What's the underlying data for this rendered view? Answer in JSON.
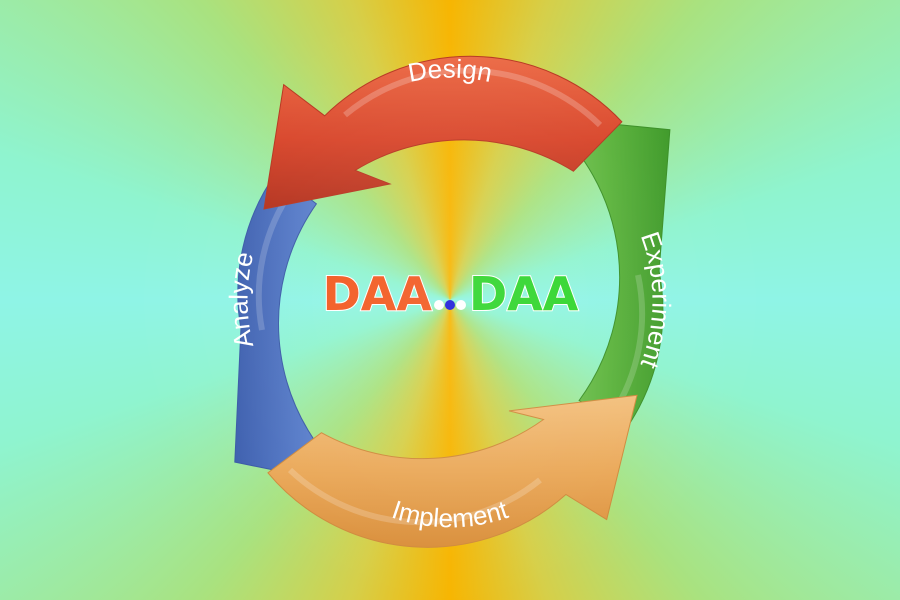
{
  "cycle": {
    "stages": [
      {
        "label": "Design",
        "color": "#d8452a"
      },
      {
        "label": "Experiment",
        "color": "#55ac38"
      },
      {
        "label": "Implement",
        "color": "#e9a553"
      },
      {
        "label": "Analyze",
        "color": "#4f73c3"
      }
    ]
  },
  "center": {
    "left_text": "DAA",
    "left_color": "#f2581e",
    "right_text": "DAA",
    "right_color": "#2fd52b",
    "dot_colors": [
      "#ffffff",
      "#1b1bd8",
      "#ffffff"
    ]
  }
}
